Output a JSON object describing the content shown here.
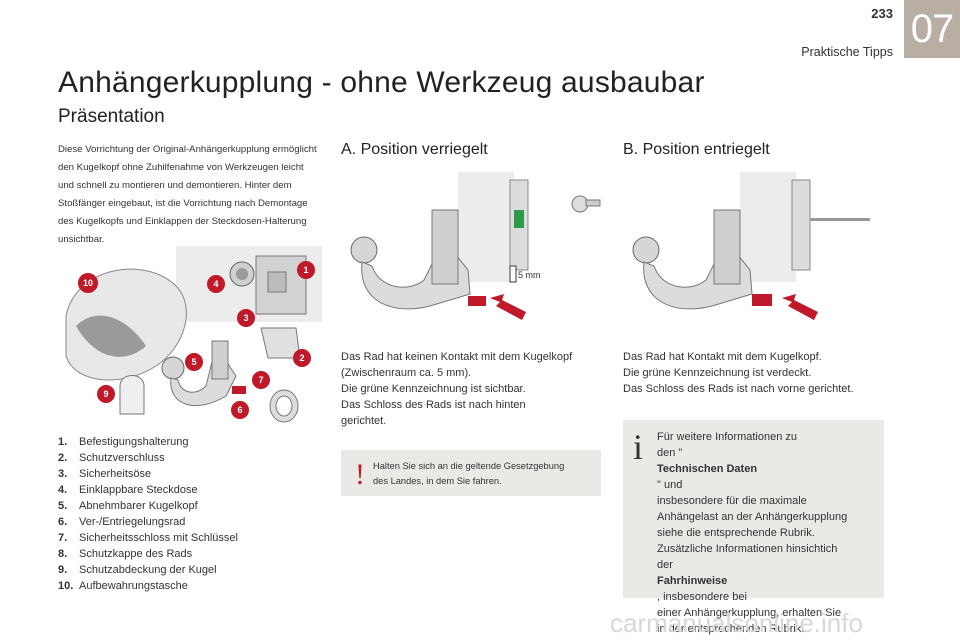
{
  "header": {
    "page_number": "233",
    "section": "Praktische Tipps",
    "chapter": "07"
  },
  "title": "Anhängerkupplung - ohne Werkzeug ausbaubar",
  "subtitle": "Präsentation",
  "intro": "Diese Vorrichtung der Original-Anhängerkupplung ermöglicht den Kugelkopf ohne Zuhilfenahme von Werkzeugen leicht und schnell zu montieren und demontieren. Hinter dem Stoßfänger eingebaut, ist die Vorrichtung nach Demontage des Kugelkopfs und Einklappen der Steckdosen-Halterung unsichtbar.",
  "diagram_callouts": [
    "10",
    "4",
    "1",
    "3",
    "2",
    "5",
    "7",
    "9",
    "6"
  ],
  "legend": [
    {
      "num": "1.",
      "label": "Befestigungshalterung"
    },
    {
      "num": "2.",
      "label": "Schutzverschluss"
    },
    {
      "num": "3.",
      "label": "Sicherheitsöse"
    },
    {
      "num": "4.",
      "label": "Einklappbare Steckdose"
    },
    {
      "num": "5.",
      "label": "Abnehmbarer Kugelkopf"
    },
    {
      "num": "6.",
      "label": "Ver-/Entriegelungsrad"
    },
    {
      "num": "7.",
      "label": "Sicherheitsschloss mit Schlüssel"
    },
    {
      "num": "8.",
      "label": "Schutzkappe des Rads"
    },
    {
      "num": "9.",
      "label": "Schutzabdeckung der Kugel"
    },
    {
      "num": "10.",
      "label": "Aufbewahrungstasche"
    }
  ],
  "section_a": {
    "heading": "A. Position verriegelt",
    "gap_label": "5 mm",
    "lines": [
      "Das Rad hat keinen Kontakt mit dem Kugelkopf",
      "(Zwischenraum ca. 5 mm).",
      "Die grüne Kennzeichnung ist sichtbar.",
      "Das Schloss des Rads ist nach hinten",
      "gerichtet."
    ]
  },
  "section_b": {
    "heading": "B. Position entriegelt",
    "lines": [
      "Das Rad hat Kontakt mit dem Kugelkopf.",
      "Die grüne Kennzeichnung ist verdeckt.",
      "Das Schloss des Rads ist nach vorne gerichtet."
    ]
  },
  "warning": {
    "icon": "!",
    "line1": "Halten Sie sich an die geltende Gesetzgebung",
    "line2": "des Landes, in dem Sie fahren."
  },
  "info": {
    "icon": "i",
    "l1": "Für weitere Informationen zu",
    "l2_pre": "den \"",
    "l2_bold": "Technischen Daten",
    "l2_post": "\" und",
    "l3": "insbesondere für die maximale",
    "l4": "Anhängelast an der Anhängerkupplung",
    "l5": "siehe die entsprechende Rubrik.",
    "l6": "Zusätzliche Informationen hinsichtich",
    "l7_pre": "der ",
    "l7_bold": "Fahrhinweise",
    "l7_post": ", insbesondere bei",
    "l8": "einer Anhängerkupplung, erhalten Sie",
    "l9": "in der entsprechenden Rubrik."
  },
  "watermark": "carmanualsonline.info",
  "colors": {
    "badge": "#b9aea3",
    "callout_red": "#c0192a",
    "box_bg": "#ebe9e6",
    "lock_green": "#2e9b4a"
  }
}
